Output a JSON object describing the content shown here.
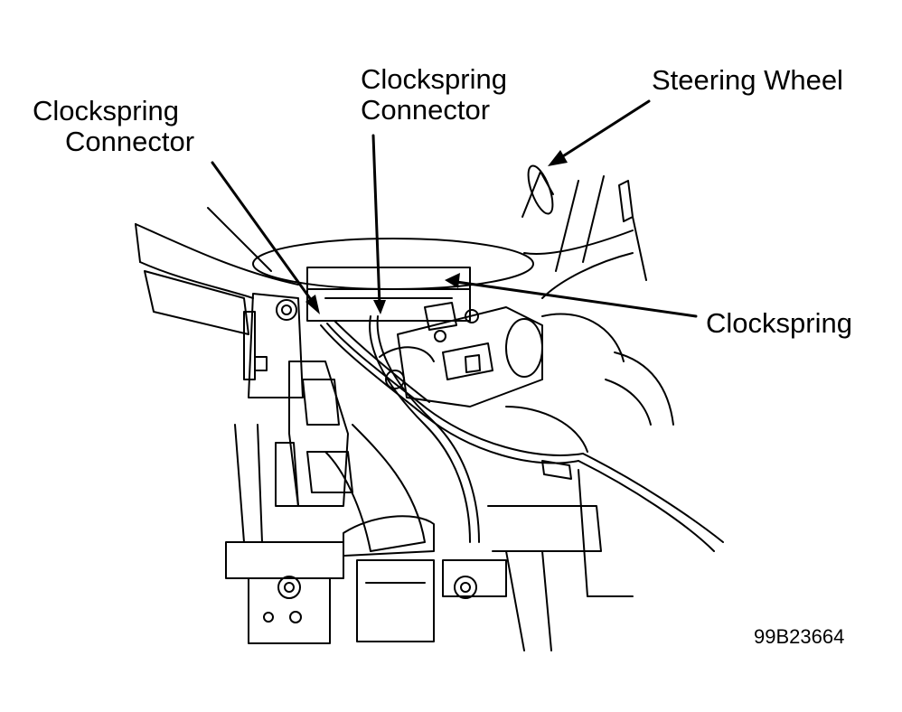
{
  "callouts": {
    "clockspring_connector_left": {
      "line1": "Clockspring",
      "line2": "Connector"
    },
    "clockspring_connector_top": {
      "line1": "Clockspring",
      "line2": "Connector"
    },
    "steering_wheel": "Steering Wheel",
    "clockspring": "Clockspring"
  },
  "figure_code": "99B23664"
}
